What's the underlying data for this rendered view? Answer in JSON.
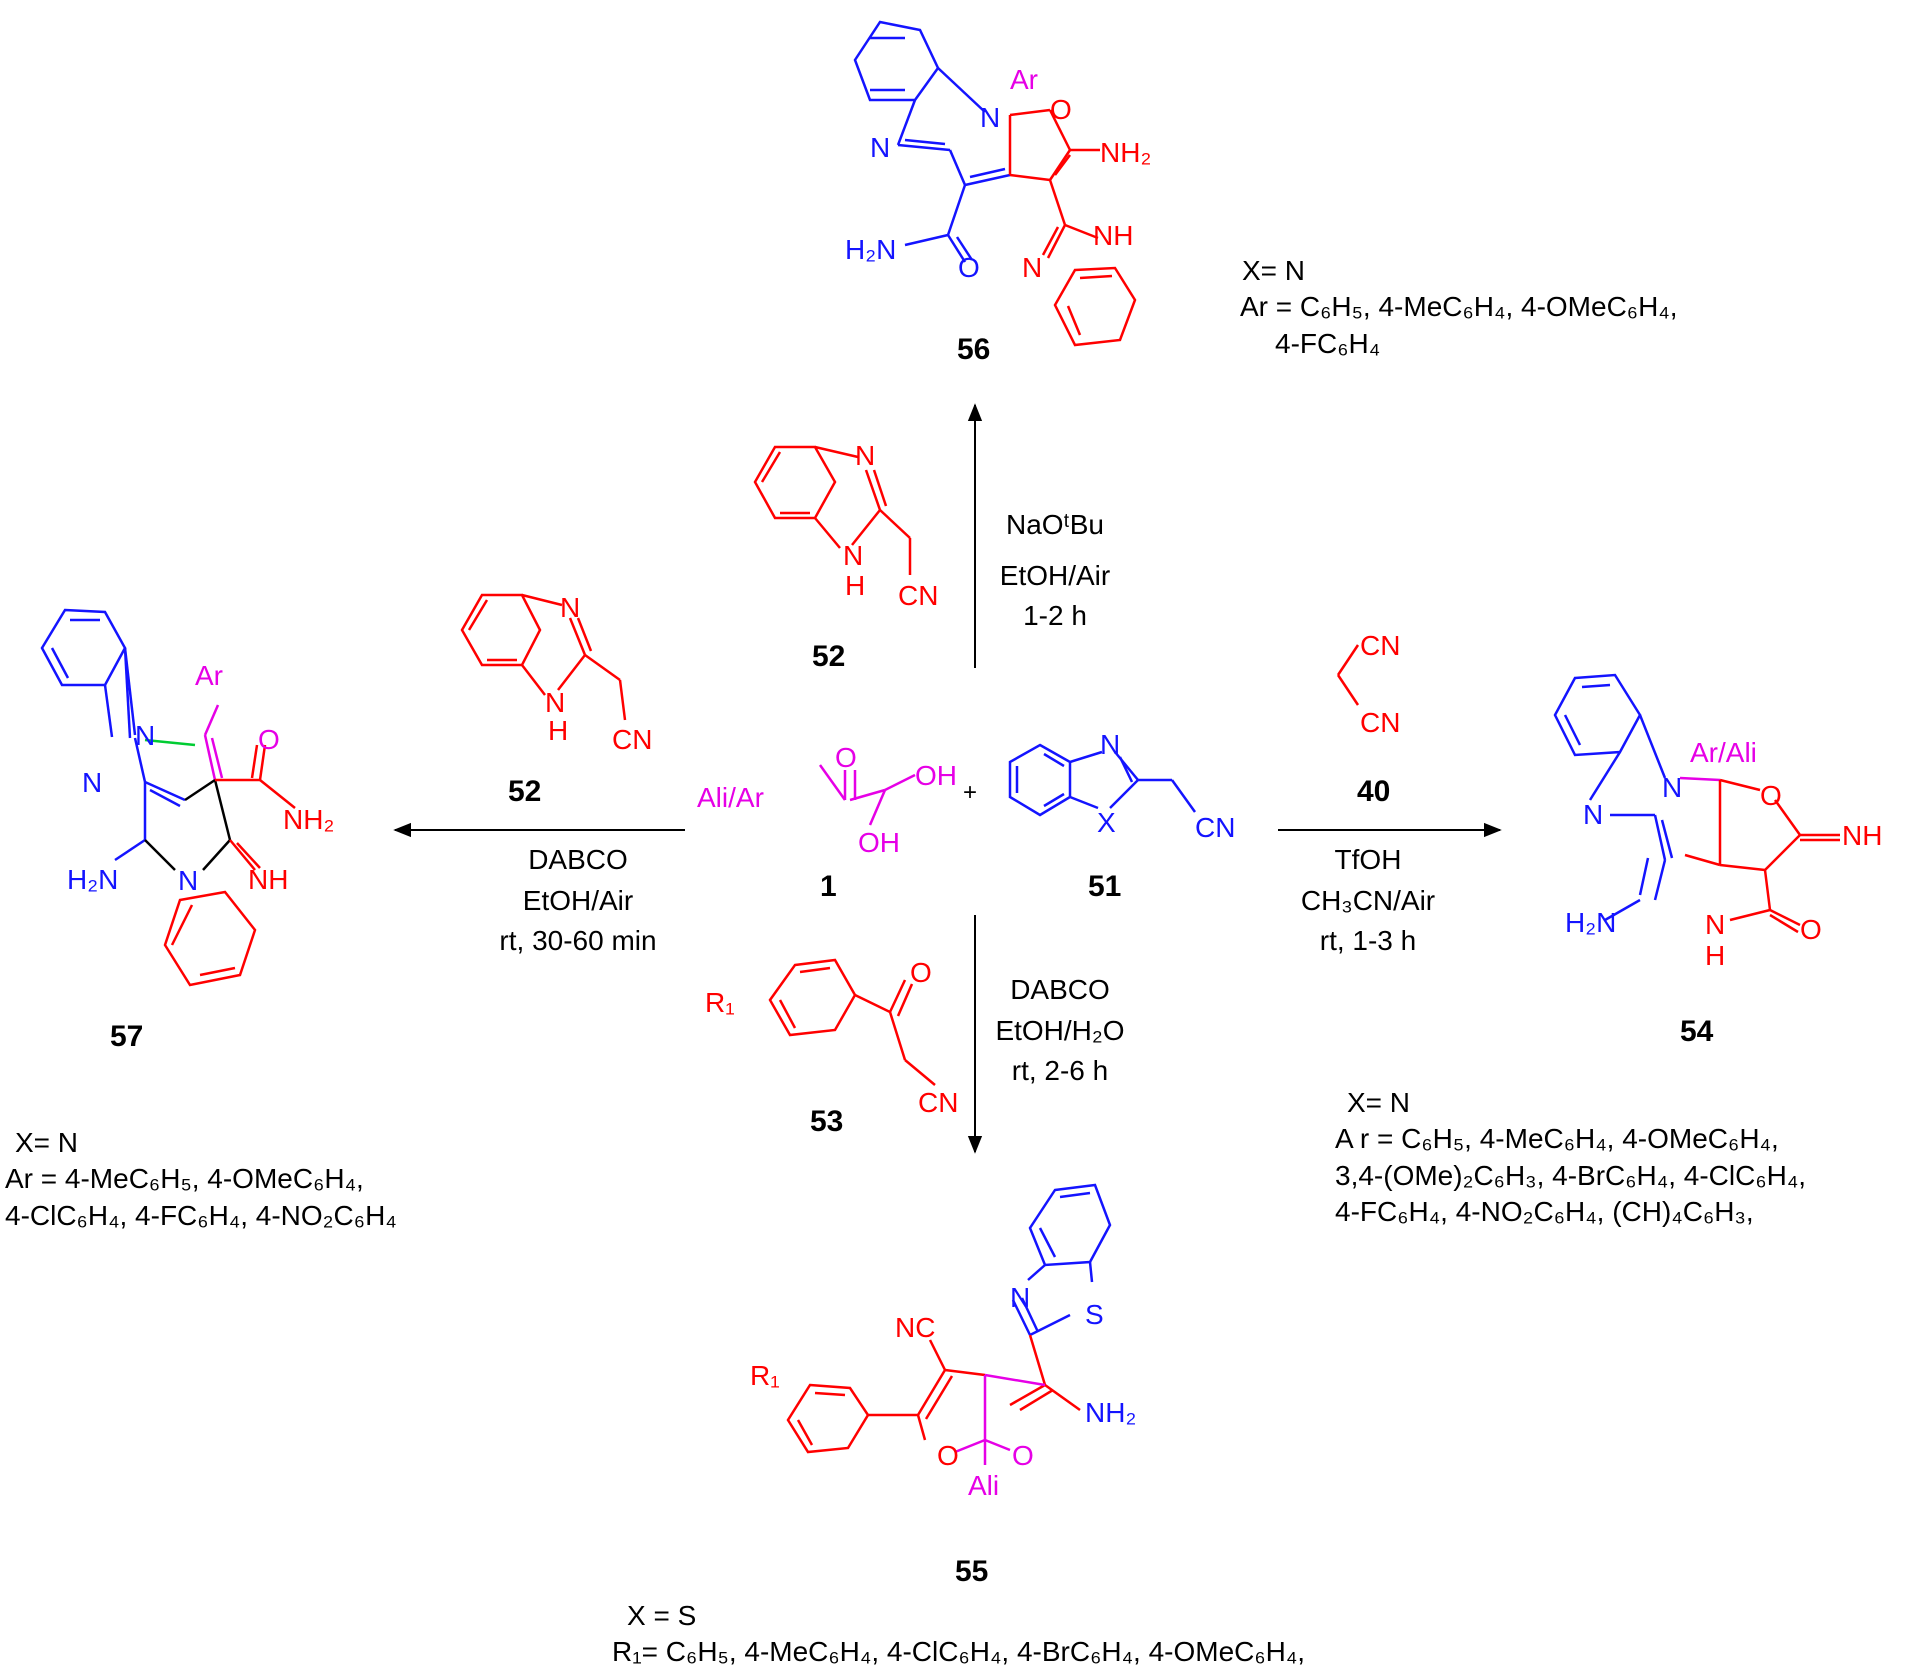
{
  "colors": {
    "magenta": "#e600e6",
    "blue": "#1414ff",
    "red": "#ff0000",
    "black": "#000000",
    "green": "#00cc33"
  },
  "center": {
    "c1": {
      "num": "1",
      "group": "Ali/Ar",
      "o": "O",
      "oh_top": "OH",
      "oh_bot": "OH"
    },
    "plus": "+",
    "c51": {
      "num": "51",
      "n": "N",
      "x": "X",
      "cn": "CN"
    }
  },
  "top": {
    "c56": {
      "num": "56",
      "n1": "N",
      "n2": "N",
      "ar": "Ar",
      "o_ring": "O",
      "nh2": "NH₂",
      "h2n": "H₂N",
      "o_amide": "O",
      "n_im": "N",
      "nh": "NH"
    },
    "notes": [
      "X= N",
      "Ar = C₆H₅, 4-MeC₆H₄, 4-OMeC₆H₄,",
      "4-FC₆H₄"
    ],
    "reagent52": {
      "num": "52",
      "n": "N",
      "nh_n": "N",
      "nh_h": "H",
      "cn": "CN"
    },
    "conditions": [
      "NaOᵗBu",
      "EtOH/Air",
      "1-2 h"
    ]
  },
  "left": {
    "c57": {
      "num": "57",
      "n1": "N",
      "n2": "N",
      "ar": "Ar",
      "o": "O",
      "nh2": "NH₂",
      "h2n": "H₂N",
      "n3": "N",
      "nh": "NH"
    },
    "notes": [
      "X= N",
      "Ar = 4-MeC₆H₅, 4-OMeC₆H₄,",
      "4-ClC₆H₄, 4-FC₆H₄, 4-NO₂C₆H₄"
    ],
    "reagent52": {
      "num": "52",
      "n": "N",
      "nh_n": "N",
      "nh_h": "H",
      "cn": "CN"
    },
    "conditions": [
      "DABCO",
      "EtOH/Air",
      "rt, 30-60 min"
    ]
  },
  "right": {
    "c54": {
      "num": "54",
      "n1": "N",
      "n2": "N",
      "ar": "Ar/Ali",
      "o_ring": "O",
      "nh": "NH",
      "h2n": "H₂N",
      "n_lact": "N",
      "h_lact": "H",
      "o_lact": "O"
    },
    "notes": [
      "X= N",
      "A r = C₆H₅, 4-MeC₆H₄, 4-OMeC₆H₄,",
      "3,4-(OMe)₂C₆H₃, 4-BrC₆H₄, 4-ClC₆H₄,",
      "4-FC₆H₄, 4-NO₂C₆H₄, (CH)₄C₆H₃,"
    ],
    "reagent40": {
      "num": "40",
      "cn1": "CN",
      "cn2": "CN"
    },
    "conditions": [
      "TfOH",
      "CH₃CN/Air",
      "rt, 1-3 h"
    ]
  },
  "bottom": {
    "c55": {
      "num": "55",
      "n": "N",
      "s": "S",
      "nc": "NC",
      "nh2": "NH₂",
      "r1": "R₁",
      "o1": "O",
      "o2": "O",
      "ali": "Ali"
    },
    "notes": [
      "X = S",
      "R₁= C₆H₅, 4-MeC₆H₄, 4-ClC₆H₄, 4-BrC₆H₄, 4-OMeC₆H₄,"
    ],
    "reagent53": {
      "num": "53",
      "r1": "R₁",
      "o": "O",
      "cn": "CN"
    },
    "conditions": [
      "DABCO",
      "EtOH/H₂O",
      "rt, 2-6 h"
    ]
  }
}
